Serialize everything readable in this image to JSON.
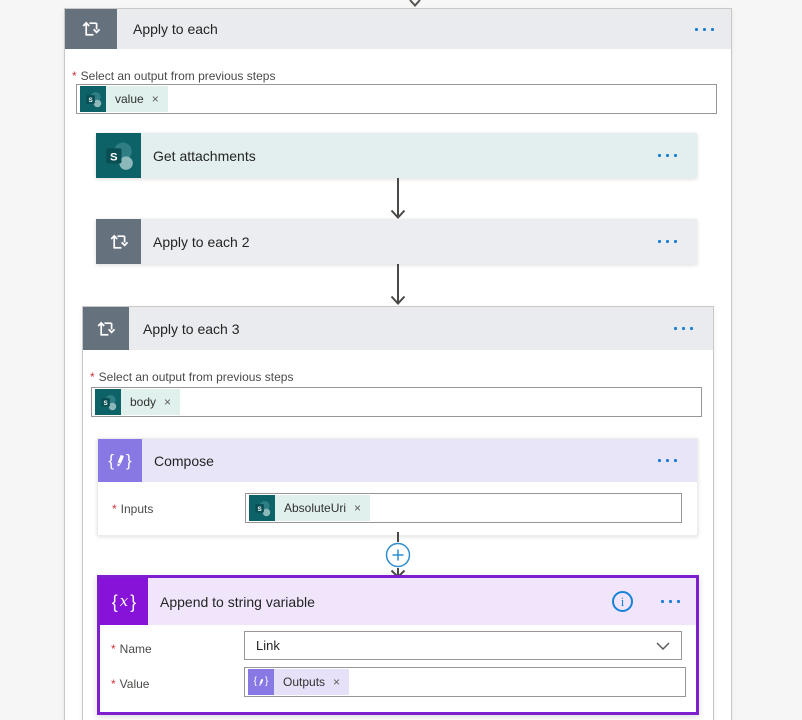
{
  "icons": {
    "open_brace": "{",
    "close_brace": "}",
    "x_glyph": "x",
    "info_glyph": "i"
  },
  "misc": {
    "required_marker": "*",
    "dismiss": "×"
  },
  "colors": {
    "accent_blue": "#1a7fd9",
    "sharepoint_teal": "#0d6267",
    "sharepoint_tint": "#e3efee",
    "token_chip_teal": "#dff0ed",
    "compose_violet": "#8878e4",
    "compose_tint": "#e9e5f8",
    "token_chip_violet": "#e6e1f9",
    "variable_purple": "#8712d8",
    "selected_border": "#7d1fd0",
    "selected_tint": "#f0e5fb",
    "scope_icon_slate": "#66717e",
    "scope_header_gray": "#e9ebee",
    "required_red": "#d13438"
  },
  "apply_to_each": {
    "title": "Apply to each",
    "select_label": "Select an output from previous steps",
    "token": "value"
  },
  "get_attachments": {
    "title": "Get attachments"
  },
  "apply_to_each_2": {
    "title": "Apply to each 2"
  },
  "apply_to_each_3": {
    "title": "Apply to each 3",
    "select_label": "Select an output from previous steps",
    "token": "body"
  },
  "compose": {
    "title": "Compose",
    "inputs_label": "Inputs",
    "token": "AbsoluteUri"
  },
  "append_to_string_variable": {
    "title": "Append to string variable",
    "name_label": "Name",
    "name_value": "Link",
    "value_label": "Value",
    "token": "Outputs"
  }
}
